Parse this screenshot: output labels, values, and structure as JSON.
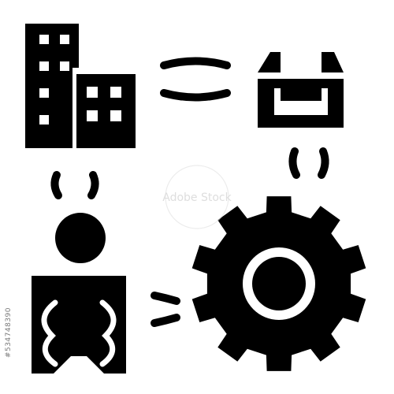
{
  "icon_set": {
    "style": "glyph",
    "foreground": "#000000",
    "background": "#ffffff",
    "icons": [
      "buildings-icon",
      "box-store-icon",
      "gear-icon",
      "person-icon"
    ],
    "connectors": [
      "equals-icon",
      "equals-icon",
      "equals-icon",
      "equals-icon"
    ]
  },
  "watermark": {
    "text": "Adobe Stock",
    "color": "#dcdcdc"
  },
  "stock_id": "#534748390"
}
